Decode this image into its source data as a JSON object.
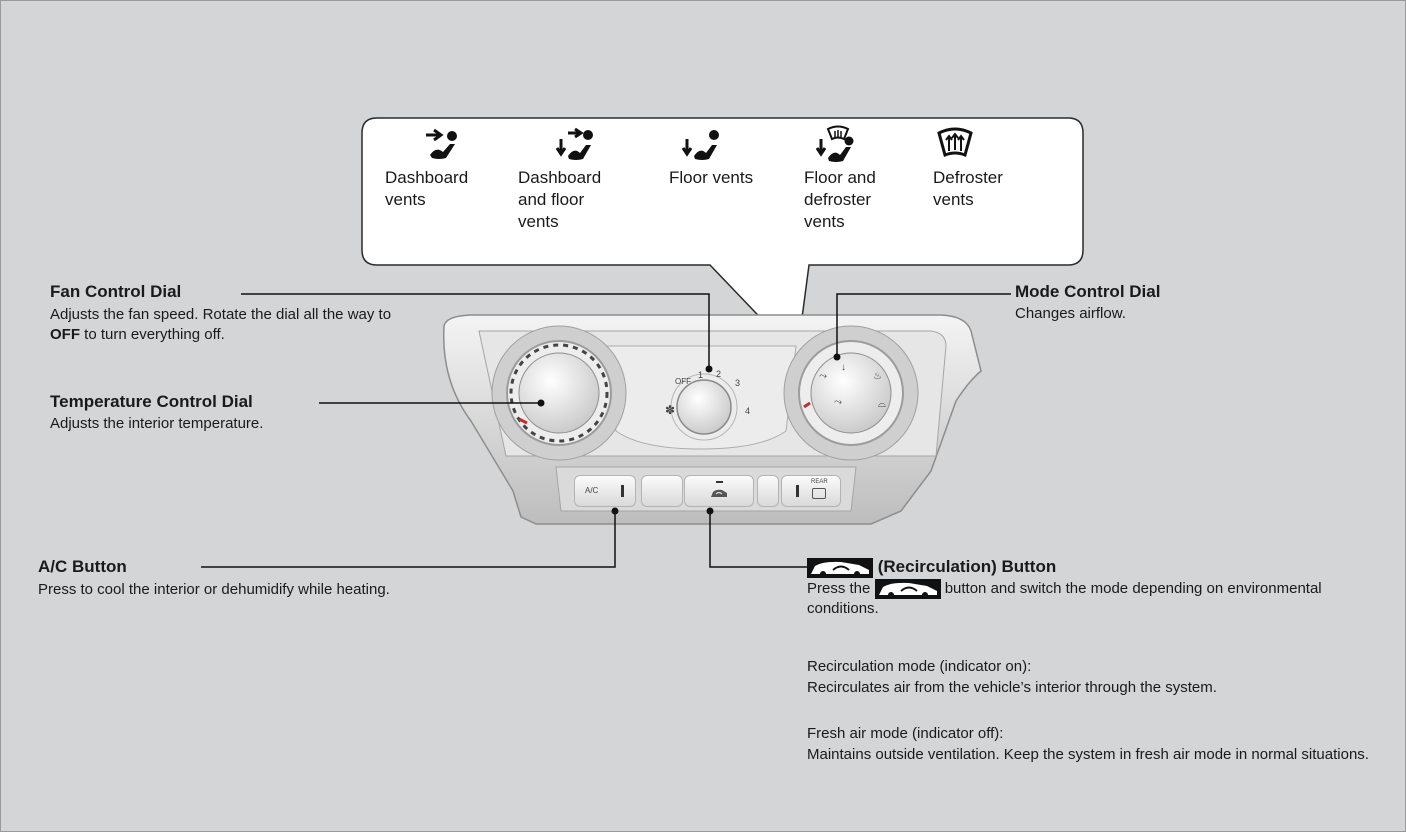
{
  "vent_modes": [
    {
      "icon": "dashboard-vents-icon",
      "label": "Dashboard\nvents"
    },
    {
      "icon": "dashboard-floor-vents-icon",
      "label": "Dashboard\nand floor\nvents"
    },
    {
      "icon": "floor-vents-icon",
      "label": "Floor vents"
    },
    {
      "icon": "floor-defroster-vents-icon",
      "label": "Floor and\ndefroster\nvents"
    },
    {
      "icon": "defroster-vents-icon",
      "label": "Defroster\nvents"
    }
  ],
  "fan_control": {
    "title": "Fan Control Dial",
    "desc_pre": "Adjusts the fan speed. Rotate the dial all the way to ",
    "desc_bold": "OFF",
    "desc_post": " to turn everything off."
  },
  "temperature_control": {
    "title": "Temperature Control Dial",
    "desc": "Adjusts the interior temperature."
  },
  "mode_control": {
    "title": "Mode Control Dial",
    "desc": "Changes airflow."
  },
  "ac_button": {
    "title": "A/C Button",
    "desc": "Press to cool the interior or dehumidify while heating."
  },
  "recirculation_button": {
    "title": "(Recirculation) Button",
    "desc_pre": "Press the ",
    "desc_post": " button and switch the mode depending on environmental conditions.",
    "recirc_mode_title": "Recirculation mode (indicator on):",
    "recirc_mode_desc": "Recirculates air from the vehicle’s interior through the system.",
    "fresh_mode_title": "Fresh air mode (indicator off):",
    "fresh_mode_desc": "Maintains outside ventilation. Keep the system in fresh air mode in normal situations."
  },
  "panel": {
    "fan_off": "OFF",
    "fan_1": "1",
    "fan_2": "2",
    "fan_3": "3",
    "fan_4": "4",
    "ac_label": "A/C",
    "rear_label": "REAR"
  },
  "colors": {
    "background": "#d4d5d6",
    "text": "#1a1a1a",
    "panel": "#e3e3e3"
  }
}
